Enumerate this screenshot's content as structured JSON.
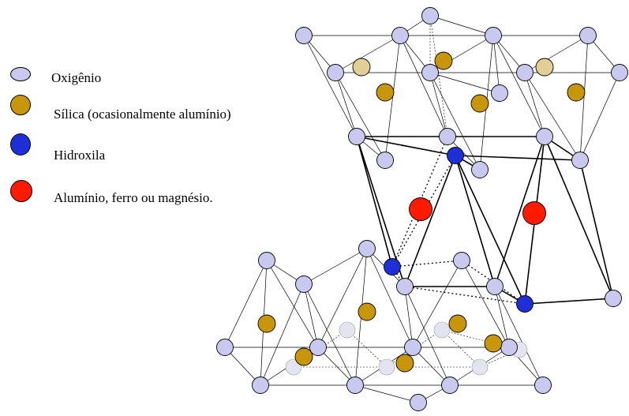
{
  "legend": {
    "items": [
      {
        "label": "Oxigênio",
        "color": "#c9c9ef",
        "icon": "oxygen-atom-icon"
      },
      {
        "label": "Sílica (ocasionalmente alumínio)",
        "color": "#c8960a",
        "icon": "silica-atom-icon"
      },
      {
        "label": "Hidroxila",
        "color": "#1f2fd6",
        "icon": "hydroxyl-atom-icon"
      },
      {
        "label": "Alumínio, ferro ou magnésio.",
        "color": "#ff1b00",
        "icon": "metal-atom-icon"
      }
    ]
  },
  "diagram": {
    "description_colors": {
      "oxygen": "#c9c9ef",
      "silica": "#c8960a",
      "silica_faded": "#e2cf95",
      "hydroxyl": "#1f2fd6",
      "metal": "#ff1b00",
      "oxygen_faded": "#e4e4f0",
      "line": "#000000"
    }
  }
}
